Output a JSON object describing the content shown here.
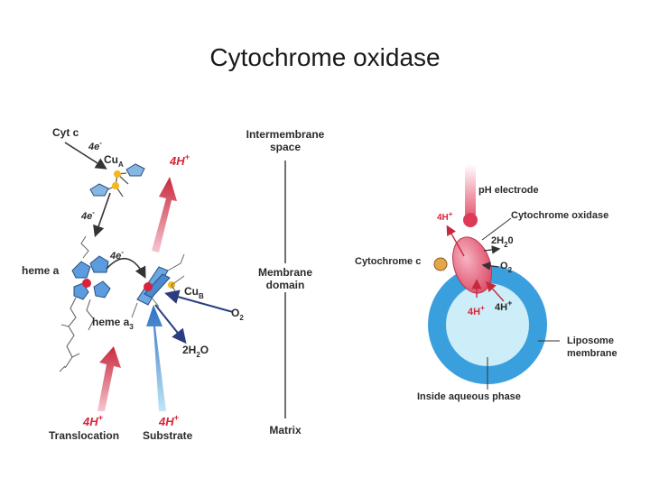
{
  "title": "Cytochrome oxidase",
  "left_panel": {
    "cyt_c": "Cyt c",
    "e1": "4e",
    "cua": "Cu",
    "cua_sub": "A",
    "e2": "4e",
    "e3": "4e",
    "heme_a": "heme a",
    "heme_a3": "heme a",
    "heme_a3_sub": "3",
    "cub": "Cu",
    "cub_sub": "B",
    "o2": "O",
    "o2_sub": "2",
    "h2o_a": "2H",
    "h2o_sub": "2",
    "h2o_b": "O",
    "h_top": "4H",
    "h_trans": "4H",
    "h_subs": "4H",
    "translocation": "Translocation",
    "substrate": "Substrate",
    "minus": "-",
    "plus": "+"
  },
  "axis": {
    "top_line1": "Intermembrane",
    "top_line2": "space",
    "mid_line1": "Membrane",
    "mid_line2": "domain",
    "bottom": "Matrix"
  },
  "right_panel": {
    "ph_electrode": "pH electrode",
    "h_out": "4H",
    "cyt_oxidase": "Cytochrome oxidase",
    "water": "2H",
    "water_sub": "2",
    "water_end": "0",
    "cyt_c": "Cytochrome c",
    "o2": "O",
    "o2_sub": "2",
    "h_in1": "4H",
    "h_in2": "4H",
    "plus": "+",
    "liposome1": "Liposome",
    "liposome2": "membrane",
    "inside": "Inside aqueous phase"
  },
  "colors": {
    "liposome_blue": "#3aa0dd",
    "inner_light": "#cdeef8",
    "protein_pink": "#e8607a",
    "arrow_red": "#c8283c",
    "arrow_blue": "#3a78c8",
    "label_red": "#d8243a"
  }
}
